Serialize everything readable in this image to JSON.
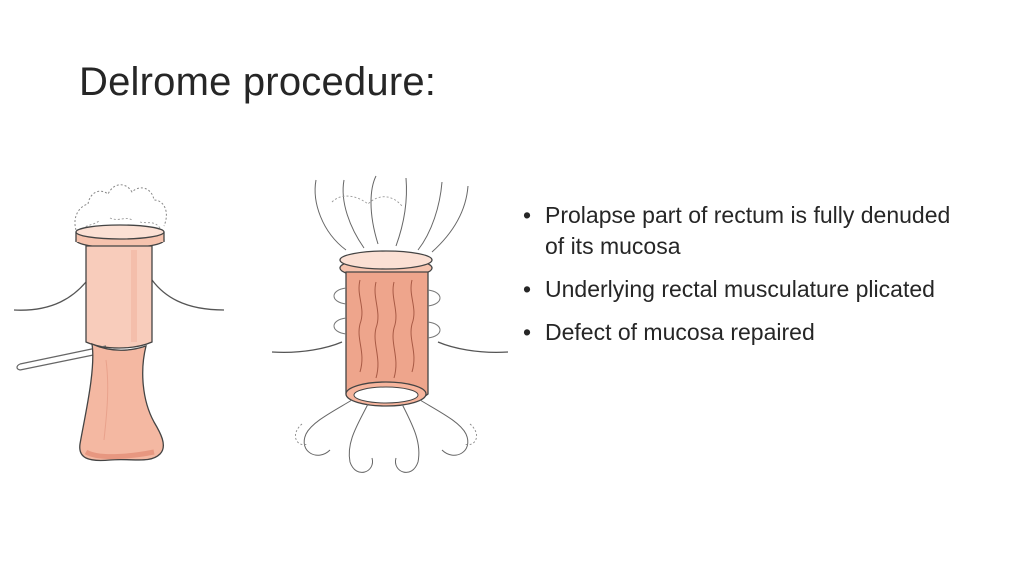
{
  "slide": {
    "title": "Delrome procedure:",
    "bullets": [
      {
        "marker": "•",
        "text": "Prolapse part of rectum is fully denuded of its mucosa"
      },
      {
        "marker": "•",
        "text": "Underlying rectal musculature plicated"
      },
      {
        "marker": "•",
        "text": "Defect of mucosa repaired"
      }
    ]
  },
  "figures": [
    {
      "name": "mucosa-denudation-illustration"
    },
    {
      "name": "muscle-plication-illustration"
    }
  ],
  "colors": {
    "text": "#262626",
    "tissue_light": "#f7c9b6",
    "tissue_muscle": "#eea58c",
    "tissue_edge": "#d98e78",
    "outline": "#4a4a4a"
  }
}
